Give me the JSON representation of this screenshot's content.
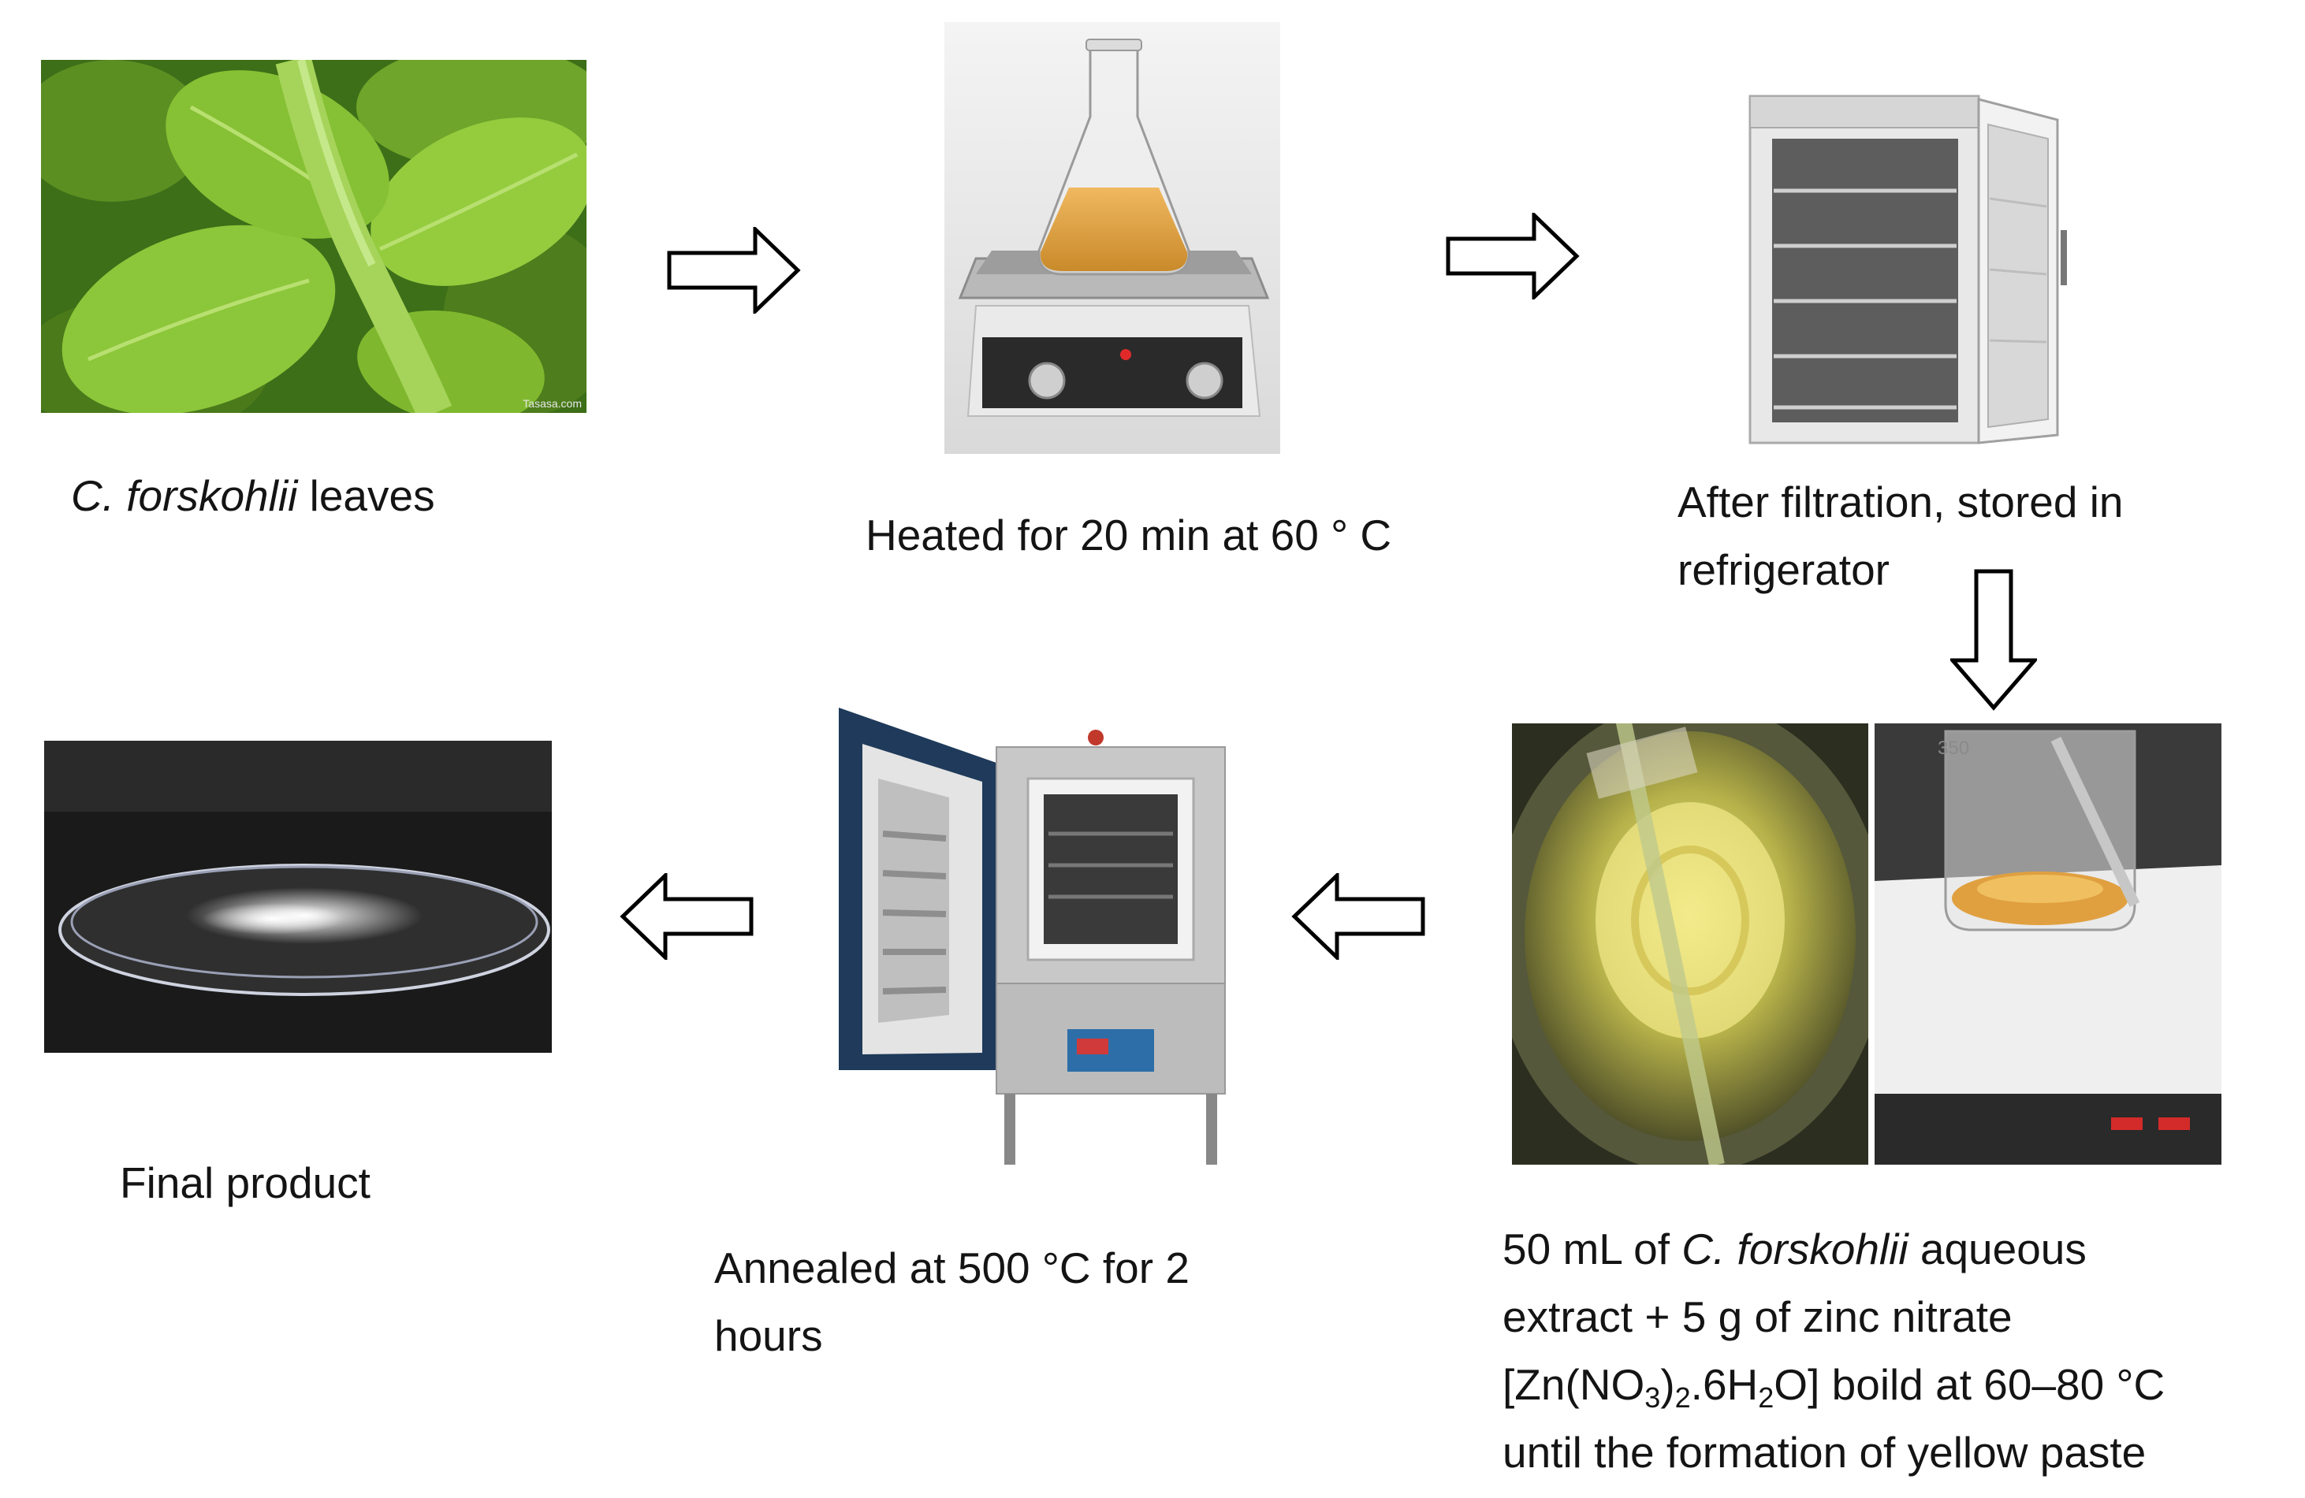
{
  "steps": [
    {
      "id": "leaves",
      "caption_italic": "C. forskohlii",
      "caption_rest": " leaves",
      "watermark": "Tasasa.com"
    },
    {
      "id": "heating",
      "caption": "Heated for 20 min at 60 ° C"
    },
    {
      "id": "storage",
      "caption_line1": "After filtration, stored in",
      "caption_line2": "refrigerator"
    },
    {
      "id": "mixing",
      "line1_a": "50 mL of ",
      "line1_italic": "C. forskohlii",
      "line1_b": " aqueous",
      "line2": "extract + 5 g of zinc nitrate",
      "line3_a": "[Zn(NO",
      "line3_sub1": "3",
      "line3_b": ")",
      "line3_sub2": "2",
      "line3_c": ".6H",
      "line3_sub3": "2",
      "line3_d": "O] boild at 60–80 °C",
      "line4": "until the formation of yellow paste",
      "beaker_mark": "350"
    },
    {
      "id": "annealing",
      "caption_line1": "Annealed at 500 °C for 2",
      "caption_line2": "hours"
    },
    {
      "id": "final",
      "caption": "Final product"
    }
  ],
  "arrows": [
    "right",
    "right",
    "down",
    "left",
    "left"
  ],
  "colors": {
    "leaf": "#7fb82e",
    "extract": "#e0a040",
    "furnace_door": "#1f3a5a",
    "furnace_body": "#c8c8c8"
  }
}
